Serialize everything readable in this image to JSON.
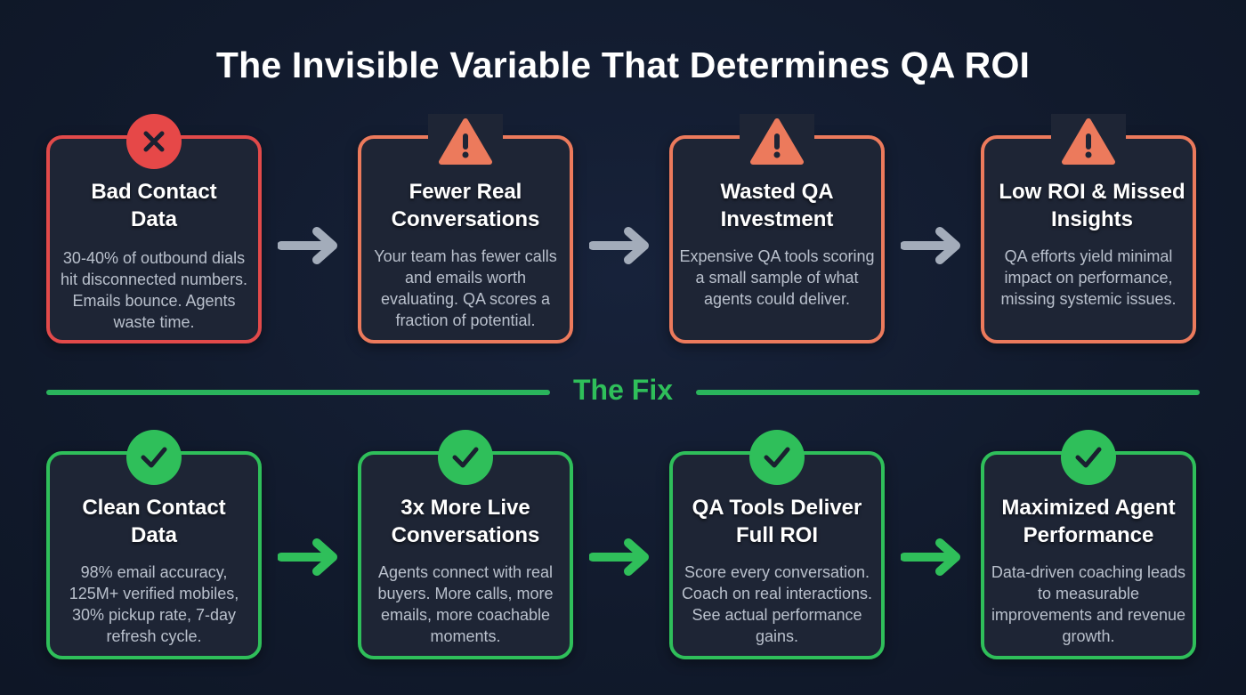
{
  "title": "The Invisible Variable That Determines QA ROI",
  "colors": {
    "background": "#111a2c",
    "card_bg": "#1e2535",
    "problem_red": "#e24a4a",
    "problem_orange": "#ec7a5c",
    "fix_green": "#2fbf5a",
    "arrow_gray": "#a3acba",
    "body_text": "#b9c0cc"
  },
  "problems": [
    {
      "icon": "x-circle-icon",
      "heading": "Bad Contact Data",
      "body": "30-40% of outbound dials hit disconnected numbers. Emails bounce. Agents waste time."
    },
    {
      "icon": "warning-triangle-icon",
      "heading": "Fewer Real Conversations",
      "body": "Your team has fewer calls and emails worth evaluating. QA scores a fraction of potential."
    },
    {
      "icon": "warning-triangle-icon",
      "heading": "Wasted QA Investment",
      "body": "Expensive QA tools scoring a small sample of what agents could deliver."
    },
    {
      "icon": "warning-triangle-icon",
      "heading": "Low ROI & Missed Insights",
      "body": "QA efforts yield minimal impact on performance, missing systemic issues."
    }
  ],
  "divider": {
    "label": "The Fix"
  },
  "fixes": [
    {
      "icon": "check-circle-icon",
      "heading": "Clean Contact Data",
      "body": "98% email accuracy, 125M+ verified mobiles, 30% pickup rate, 7-day refresh cycle."
    },
    {
      "icon": "check-circle-icon",
      "heading": "3x More Live Conversations",
      "body": "Agents connect with real buyers. More calls, more emails, more coachable moments."
    },
    {
      "icon": "check-circle-icon",
      "heading": "QA Tools Deliver Full ROI",
      "body": "Score every conversation. Coach on real interactions. See actual performance gains."
    },
    {
      "icon": "check-circle-icon",
      "heading": "Maximized Agent Performance",
      "body": "Data-driven coaching leads to measurable improvements and revenue growth."
    }
  ]
}
